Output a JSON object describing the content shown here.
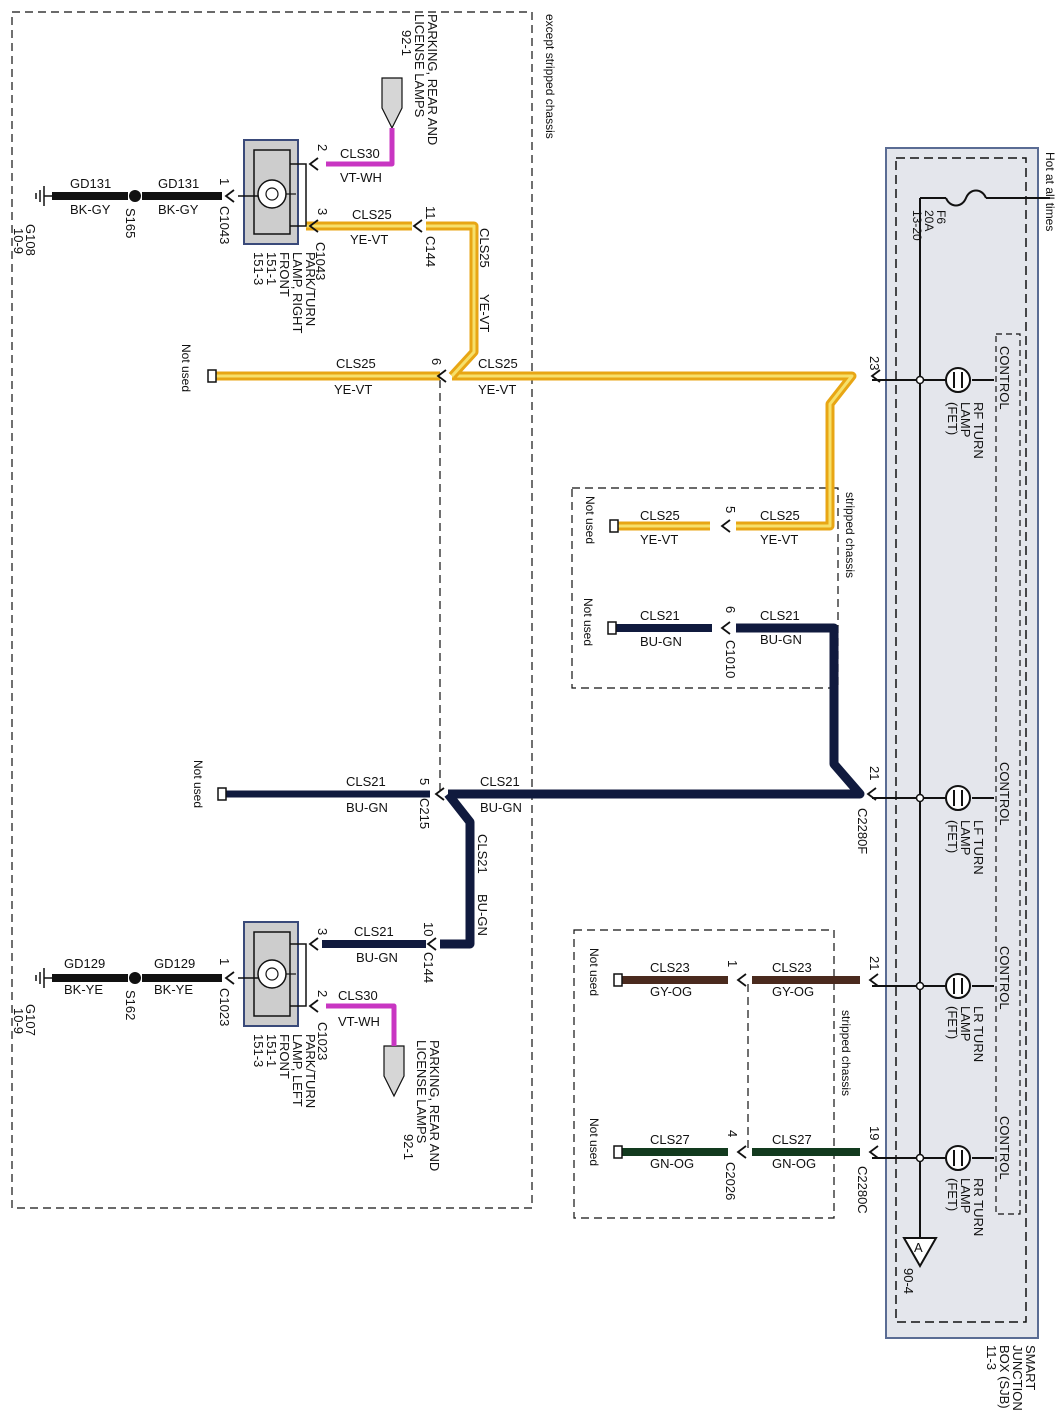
{
  "colors": {
    "black": "#111111",
    "yellow": "#e8a614",
    "yellow_inner": "#f6e06a",
    "navy": "#101a3e",
    "violet": "#c836c2",
    "brown": "#4a2a1e",
    "green": "#123a1e",
    "sjb_fill": "#e4e6ec",
    "sjb_border": "#5a6c94",
    "lamp_fill": "#cdcdcd"
  },
  "labels": {
    "except_stripped": "except stripped chassis",
    "stripped_1": "stripped chassis",
    "stripped_2": "stripped chassis",
    "hot_at_all_times": "Hot at all times",
    "fuse": [
      "F6",
      "20A",
      "13-20"
    ],
    "sjb": [
      "SMART",
      "JUNCTION",
      "BOX (SJB)",
      "11-3"
    ],
    "offpage": "A",
    "offpage_ref": "90-4",
    "not_used": "Not used",
    "control": "CONTROL"
  },
  "modules": [
    {
      "name": [
        "RF TURN",
        "LAMP",
        "(FET)"
      ],
      "pin": "23",
      "connector": ""
    },
    {
      "name": [
        "LF TURN",
        "LAMP",
        "(FET)"
      ],
      "pin": "21",
      "connector": "C2280F"
    },
    {
      "name": [
        "LR TURN",
        "LAMP",
        "(FET)"
      ],
      "pin": "21",
      "connector": ""
    },
    {
      "name": [
        "RR TURN",
        "LAMP",
        "(FET)"
      ],
      "pin": "19",
      "connector": "C2280C"
    }
  ],
  "top": {
    "parking_lamps": [
      "PARKING, REAR AND",
      "LICENSE LAMPS",
      "92-1"
    ],
    "ground_wire_1": {
      "circuit": "GD131",
      "color": "BK-GY"
    },
    "ground_wire_2": {
      "circuit": "GD131",
      "color": "BK-GY"
    },
    "splice": "S165",
    "ground": [
      "G108",
      "10-9"
    ],
    "lamp_pin_ground": "1",
    "lamp_connector_ground": "C1043",
    "lamp_name": [
      "PARK/TURN",
      "LAMP, RIGHT",
      "FRONT",
      "151-1",
      "151-3"
    ],
    "cls30_pin": "2",
    "cls30": {
      "circuit": "CLS30",
      "color": "VT-WH"
    },
    "cls25_pin": "3",
    "cls25_lamp_connector": "C1043",
    "cls25_lamp": {
      "circuit": "CLS25",
      "color": "YE-VT"
    },
    "c144_pin": "11",
    "c144": "C144",
    "cls25_riser": {
      "circuit": "CLS25",
      "color": "YE-VT"
    },
    "cls25_main_left": {
      "circuit": "CLS25",
      "color": "YE-VT"
    },
    "cls25_main_pin": "6",
    "cls25_main_right": {
      "circuit": "CLS25",
      "color": "YE-VT"
    }
  },
  "stripped_top": {
    "row1_left": {
      "circuit": "CLS25",
      "color": "YE-VT"
    },
    "row1_pin": "5",
    "row1_right": {
      "circuit": "CLS25",
      "color": "YE-VT"
    },
    "row2_left": {
      "circuit": "CLS21",
      "color": "BU-GN"
    },
    "row2_pin": "6",
    "row2_connector": "C1010",
    "row2_right": {
      "circuit": "CLS21",
      "color": "BU-GN"
    }
  },
  "mid": {
    "left": {
      "circuit": "CLS21",
      "color": "BU-GN"
    },
    "pin": "5",
    "connector": "C215",
    "right": {
      "circuit": "CLS21",
      "color": "BU-GN"
    },
    "riser": {
      "circuit": "CLS21",
      "color": "BU-GN"
    }
  },
  "bottom": {
    "c144_pin": "10",
    "c144": "C144",
    "cls21": {
      "circuit": "CLS21",
      "color": "BU-GN"
    },
    "cls21_pin": "3",
    "lamp_pin_ground": "1",
    "lamp_connector_ground": "C1023",
    "ground_wire_1": {
      "circuit": "GD129",
      "color": "BK-YE"
    },
    "ground_wire_2": {
      "circuit": "GD129",
      "color": "BK-YE"
    },
    "splice": "S162",
    "ground": [
      "G107",
      "10-9"
    ],
    "cls30_pin": "2",
    "cls30": {
      "circuit": "CLS30",
      "color": "VT-WH"
    },
    "cls30_connector": "C1023",
    "lamp_name": [
      "PARK/TURN",
      "LAMP, LEFT",
      "FRONT",
      "151-1",
      "151-3"
    ],
    "parking_lamps": [
      "PARKING, REAR AND",
      "LICENSE LAMPS",
      "92-1"
    ]
  },
  "stripped_bottom": {
    "row1_left": {
      "circuit": "CLS23",
      "color": "GY-OG"
    },
    "row1_pin": "1",
    "row1_right": {
      "circuit": "CLS23",
      "color": "GY-OG"
    },
    "row2_left": {
      "circuit": "CLS27",
      "color": "GN-OG"
    },
    "row2_pin": "4",
    "row2_connector": "C2026",
    "row2_right": {
      "circuit": "CLS27",
      "color": "GN-OG"
    }
  }
}
